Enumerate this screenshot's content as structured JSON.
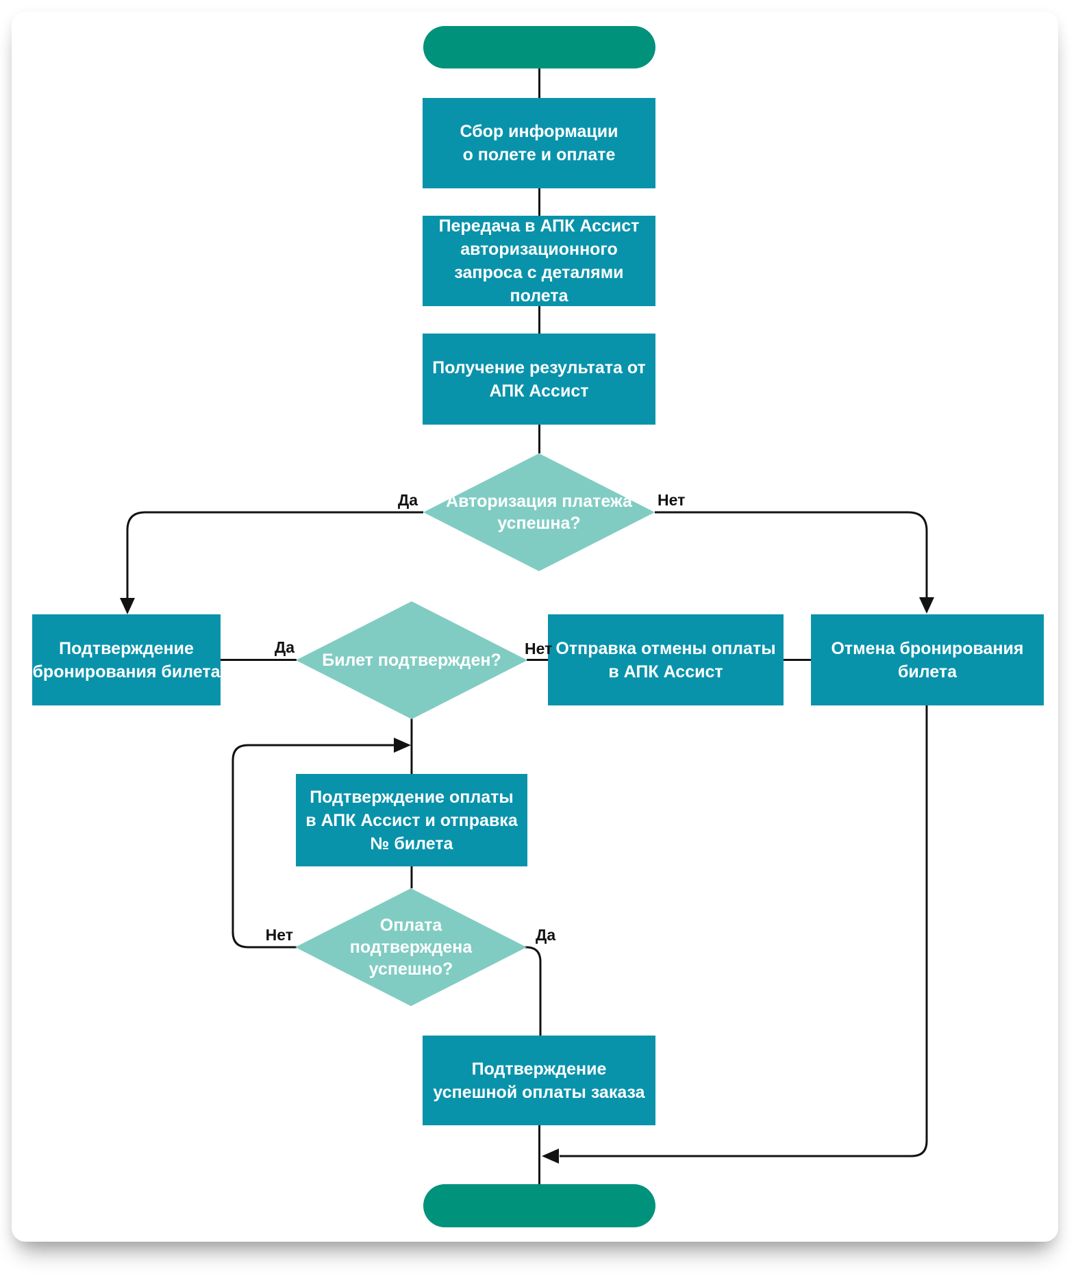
{
  "flowchart": {
    "colors": {
      "process_fill": "#0993ab",
      "decision_fill": "#80ccc3",
      "terminal_fill": "#00927b",
      "connector": "#121212",
      "shape_text": "#ffffff",
      "page_background": "#ffffff"
    },
    "nodes": {
      "start": {
        "type": "terminal",
        "label": ""
      },
      "collect_info": {
        "type": "process",
        "label": "Сбор информации\nо полете и оплате"
      },
      "send_auth_request": {
        "type": "process",
        "label": "Передача в АПК Ассист\nавторизационного\nзапроса с деталями\nполета"
      },
      "receive_result": {
        "type": "process",
        "label": "Получение результата от\nАПК Ассист"
      },
      "auth_success": {
        "type": "decision",
        "label": "Авторизация платежа\nуспешна?"
      },
      "confirm_booking": {
        "type": "process",
        "label": "Подтверждение\nбронирования билета"
      },
      "ticket_confirmed": {
        "type": "decision",
        "label": "Билет подтвержден?"
      },
      "send_payment_cancel": {
        "type": "process",
        "label": "Отправка отмены оплаты\nв АПК Ассист"
      },
      "cancel_booking": {
        "type": "process",
        "label": "Отмена бронирования\nбилета"
      },
      "confirm_payment": {
        "type": "process",
        "label": "Подтверждение оплаты\nв АПК Ассист и отправка\n№ билета"
      },
      "payment_confirmed": {
        "type": "decision",
        "label": "Оплата\nподтверждена\nуспешно?"
      },
      "confirm_order": {
        "type": "process",
        "label": "Подтверждение\nуспешной оплаты заказа"
      },
      "end": {
        "type": "terminal",
        "label": ""
      }
    },
    "edge_labels": {
      "auth_yes": "Да",
      "auth_no": "Нет",
      "ticket_yes": "Да",
      "ticket_no": "Нет",
      "payment_no": "Нет",
      "payment_yes": "Да"
    },
    "edges": [
      {
        "from": "start",
        "to": "collect_info"
      },
      {
        "from": "collect_info",
        "to": "send_auth_request"
      },
      {
        "from": "send_auth_request",
        "to": "receive_result"
      },
      {
        "from": "receive_result",
        "to": "auth_success"
      },
      {
        "from": "auth_success",
        "to": "confirm_booking",
        "label": "Да"
      },
      {
        "from": "auth_success",
        "to": "cancel_booking",
        "label": "Нет"
      },
      {
        "from": "confirm_booking",
        "to": "ticket_confirmed",
        "label": "Да"
      },
      {
        "from": "ticket_confirmed",
        "to": "send_payment_cancel",
        "label": "Нет"
      },
      {
        "from": "send_payment_cancel",
        "to": "cancel_booking"
      },
      {
        "from": "ticket_confirmed",
        "to": "confirm_payment"
      },
      {
        "from": "confirm_payment",
        "to": "payment_confirmed"
      },
      {
        "from": "payment_confirmed",
        "to": "confirm_payment",
        "label": "Нет"
      },
      {
        "from": "payment_confirmed",
        "to": "confirm_order",
        "label": "Да"
      },
      {
        "from": "confirm_order",
        "to": "end"
      },
      {
        "from": "cancel_booking",
        "to": "end"
      }
    ]
  }
}
